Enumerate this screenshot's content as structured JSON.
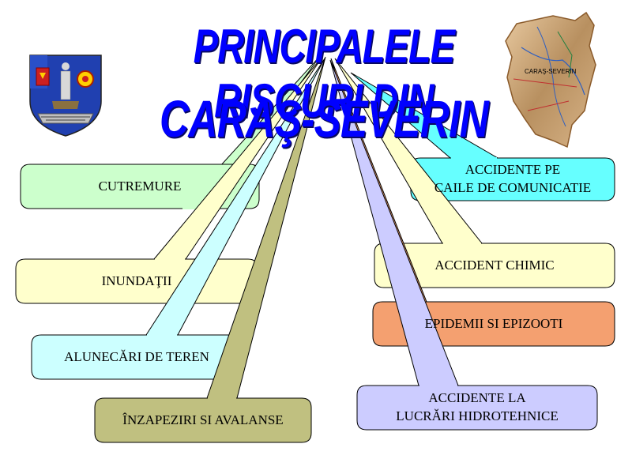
{
  "title": {
    "line1": "PRINCIPALELE  RISCURI DIN",
    "line2": "CARAŞ-SEVERIN"
  },
  "emblem_icon": "county-coat-of-arms",
  "map_icon": "caras-severin-county-map",
  "map_label": "CARAŞ-SEVERIN",
  "risks": [
    {
      "key": "cutremure",
      "label": "CUTREMURE",
      "color": "#ccffcc"
    },
    {
      "key": "inundatii",
      "label": "INUNDAŢII",
      "color": "#ffffcc"
    },
    {
      "key": "alunecari",
      "label": "ALUNECĂRI DE TEREN",
      "color": "#ccffff"
    },
    {
      "key": "inzapeziri",
      "label": "ÎNZAPEZIRI SI AVALANSE",
      "color": "#c0c080"
    },
    {
      "key": "accidente-comunicatie",
      "label": "ACCIDENTE PE\nCAILE DE COMUNICATIE",
      "color": "#66ffff"
    },
    {
      "key": "accident-chimic",
      "label": "ACCIDENT CHIMIC",
      "color": "#ffffcc"
    },
    {
      "key": "epidemii",
      "label": "EPIDEMII SI EPIZOOTI",
      "color": "#f4a070"
    },
    {
      "key": "accidente-hidro",
      "label": "ACCIDENTE LA\nLUCRĂRI HIDROTEHNICE",
      "color": "#ccccff"
    }
  ]
}
